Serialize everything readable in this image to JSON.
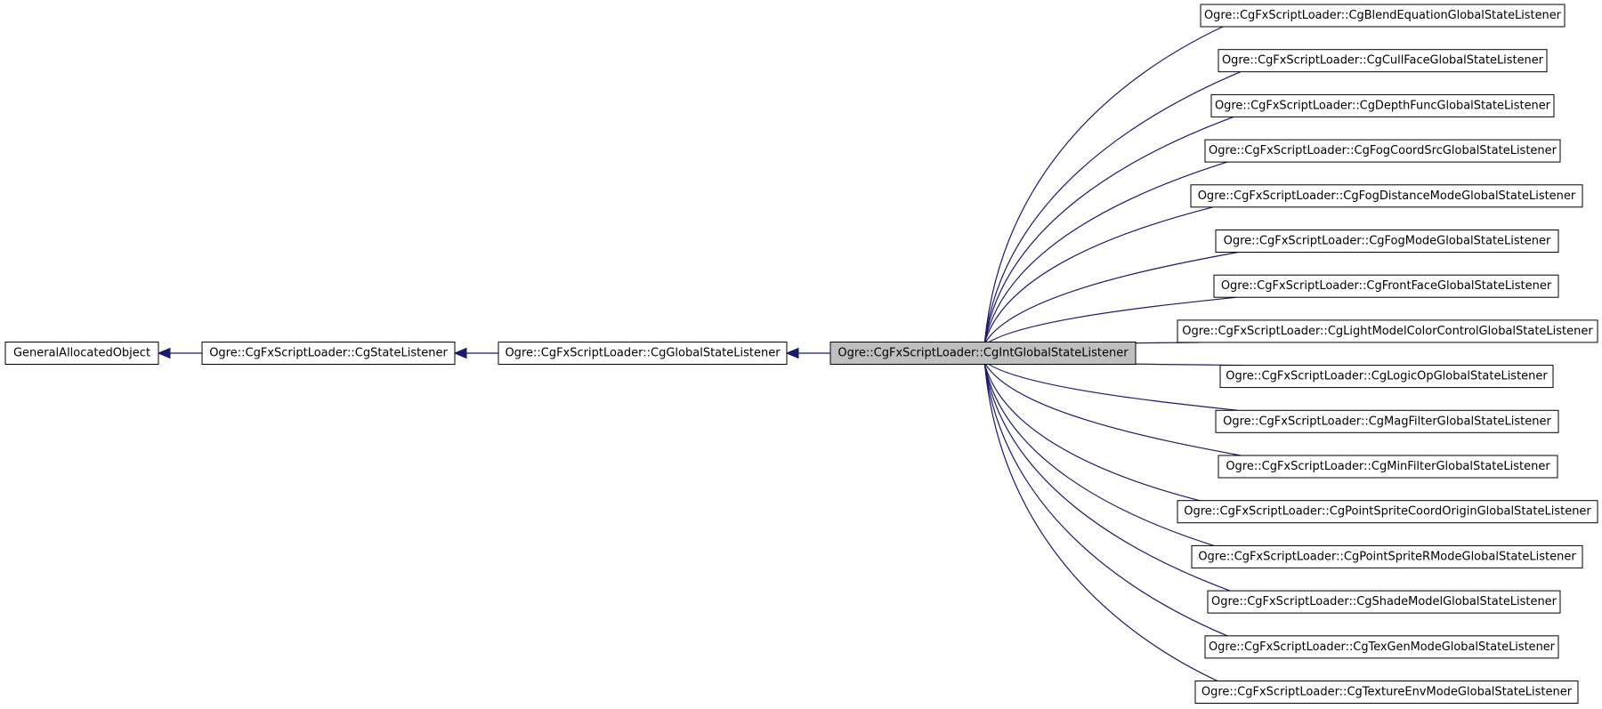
{
  "diagram": {
    "type": "class-inheritance-graph",
    "colors": {
      "edge": "#191970",
      "node_border": "#000000",
      "node_fill": "#ffffff",
      "current_fill": "#bfbfbf"
    },
    "ancestors": [
      "GeneralAllocatedObject",
      "Ogre::CgFxScriptLoader::CgStateListener",
      "Ogre::CgFxScriptLoader::CgGlobalStateListener"
    ],
    "current": "Ogre::CgFxScriptLoader::CgIntGlobalStateListener",
    "derived": [
      "Ogre::CgFxScriptLoader::CgBlendEquationGlobalStateListener",
      "Ogre::CgFxScriptLoader::CgCullFaceGlobalStateListener",
      "Ogre::CgFxScriptLoader::CgDepthFuncGlobalStateListener",
      "Ogre::CgFxScriptLoader::CgFogCoordSrcGlobalStateListener",
      "Ogre::CgFxScriptLoader::CgFogDistanceModeGlobalStateListener",
      "Ogre::CgFxScriptLoader::CgFogModeGlobalStateListener",
      "Ogre::CgFxScriptLoader::CgFrontFaceGlobalStateListener",
      "Ogre::CgFxScriptLoader::CgLightModelColorControlGlobalStateListener",
      "Ogre::CgFxScriptLoader::CgLogicOpGlobalStateListener",
      "Ogre::CgFxScriptLoader::CgMagFilterGlobalStateListener",
      "Ogre::CgFxScriptLoader::CgMinFilterGlobalStateListener",
      "Ogre::CgFxScriptLoader::CgPointSpriteCoordOriginGlobalStateListener",
      "Ogre::CgFxScriptLoader::CgPointSpriteRModeGlobalStateListener",
      "Ogre::CgFxScriptLoader::CgShadeModelGlobalStateListener",
      "Ogre::CgFxScriptLoader::CgTexGenModeGlobalStateListener",
      "Ogre::CgFxScriptLoader::CgTextureEnvModeGlobalStateListener"
    ]
  }
}
